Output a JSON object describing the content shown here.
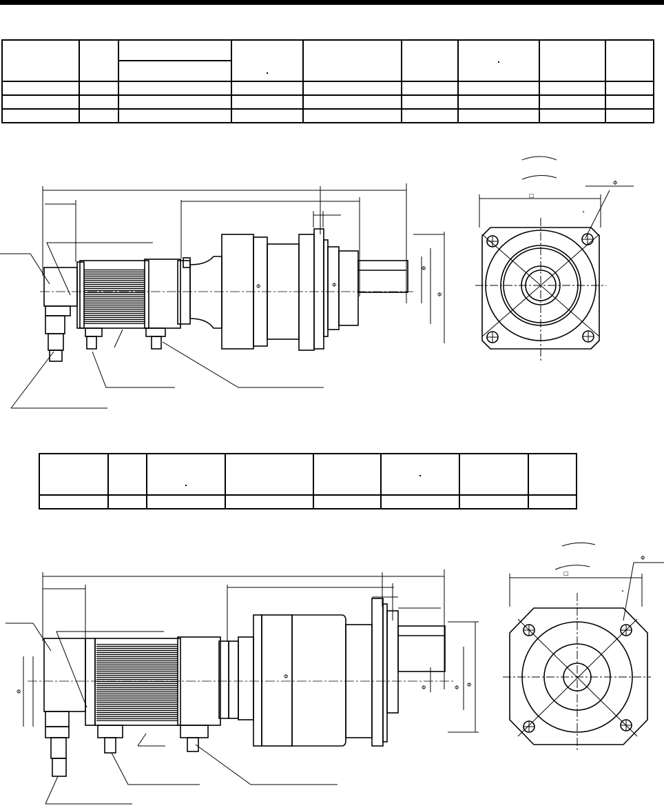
{
  "document": {
    "title": "",
    "upper_table": {
      "rows": 5,
      "cols": 9,
      "cells": []
    },
    "lower_table": {
      "rows": 2,
      "cols": 8,
      "cells": []
    },
    "upper_drawing": {
      "dimension_symbols": [
        "Φ",
        "□",
        "°"
      ]
    },
    "lower_drawing": {
      "dimension_symbols": [
        "Φ",
        "□",
        "°"
      ]
    }
  },
  "colors": {
    "line": "#000000",
    "background": "#ffffff"
  },
  "icons": [
    "servo-motor-with-gear-reducer",
    "flange-front-view"
  ]
}
